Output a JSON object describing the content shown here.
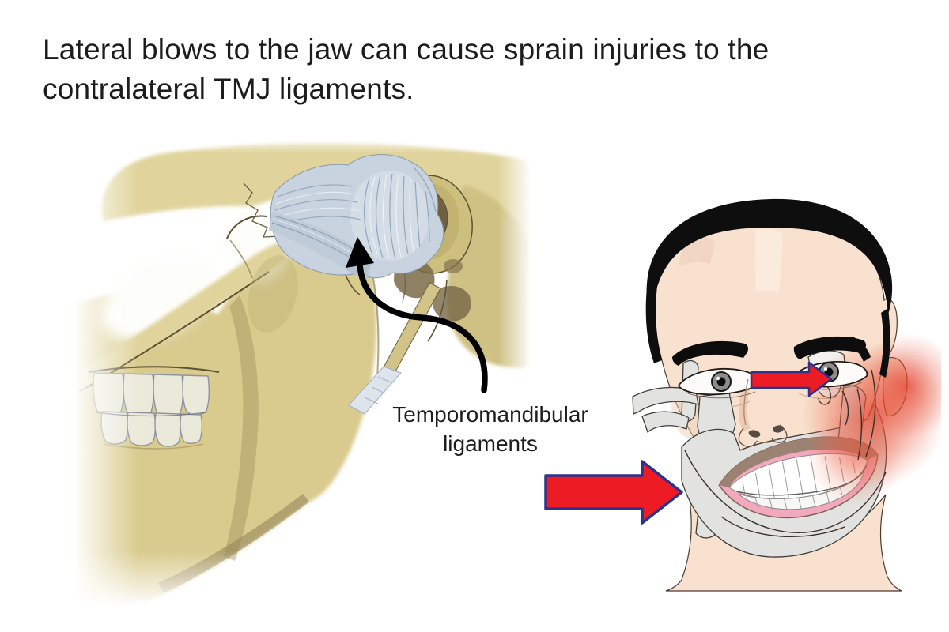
{
  "page": {
    "background": "#ffffff",
    "title": "Lateral blows to the jaw can cause sprain injuries to the contralateral TMJ ligaments."
  },
  "left_figure": {
    "label_line1": "Temporomandibular",
    "label_line2": "ligaments",
    "pointer_icon": "curved-arrow-icon",
    "colors": {
      "bone": "#d9cb8d",
      "bone_light": "#e0d49c",
      "bone_mid": "#cfc083",
      "bone_shadow": "#a79a62",
      "bone_outline": "#5c5132",
      "ligament": "#c9d3df",
      "ligament_fiber": "#96a8be",
      "ligament_band": "#bfcbd9",
      "stylohyoid": "#dde4eb",
      "teeth": "#ebe9da",
      "ear_canal": "#706042",
      "ear_core": "#473b26",
      "arrow": "#000000"
    }
  },
  "right_figure": {
    "blow_arrow_icon": "thick-right-arrow-icon",
    "strain_arrow_icon": "small-right-arrow-icon",
    "colors": {
      "skin": "#f8e2cf",
      "skin_shadow": "#eed3bd",
      "hair": "#0e0e0e",
      "brow": "#0c0c0c",
      "iris": "#8d8d8b",
      "bone_overlay": "#e2e2e0",
      "overlay_outline": "#3e3e3c",
      "face_outline": "#4a3a2e",
      "upper_lip": "#9b8273",
      "gums": "#f3a9bd",
      "teeth": "#ffffff",
      "arrow_fill": "#ed1c24",
      "arrow_outline": "#2a3390",
      "inflammation_glow": "#e4472f"
    }
  }
}
